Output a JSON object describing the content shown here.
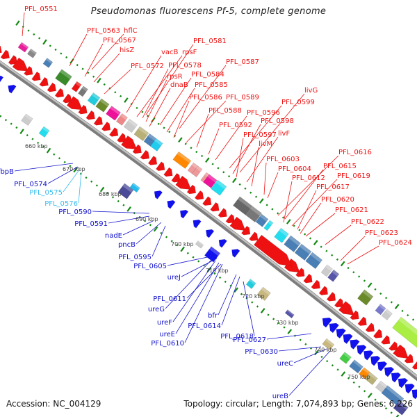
{
  "title": "Pseudomonas fluorescens Pf-5, complete genome",
  "footer": {
    "accession": "Accession: NC_004129",
    "summary": "Topology: circular; Length: 7,074,893 bp; Genes: 6,226"
  },
  "colors": {
    "forward_label": "#ee1111",
    "reverse_label": "#1111cc",
    "reverse_label_light": "#33bbee",
    "backbone": "#999999",
    "tick": "#118811",
    "forward_cds": "#ee1111",
    "reverse_cds": "#1111ee"
  },
  "kbp_ticks": [
    "660 kbp",
    "670 kbp",
    "680 kbp",
    "690 kbp",
    "700 kbp",
    "710 kbp",
    "720 kbp",
    "730 kbp",
    "740 kbp",
    "750 kbp"
  ],
  "forward_labels": [
    "PFL_0551",
    "PFL_0563",
    "hflC",
    "PFL_0567",
    "hisZ",
    "PFL_0572",
    "vacB",
    "rpsF",
    "PFL_0581",
    "PFL_0578",
    "rpsR",
    "PFL_0584",
    "PFL_0587",
    "dnaB",
    "PFL_0585",
    "PFL_0586",
    "PFL_0589",
    "PFL_0588",
    "PFL_0592",
    "PFL_0596",
    "PFL_0599",
    "livG",
    "PFL_0598",
    "PFL_0597",
    "livF",
    "livM",
    "PFL_0603",
    "PFL_0604",
    "PFL_0616",
    "PFL_0615",
    "PFL_0612",
    "PFL_0619",
    "PFL_0617",
    "PFL_0620",
    "PFL_0621",
    "PFL_0622",
    "PFL_0623",
    "PFL_0624"
  ],
  "reverse_labels": [
    {
      "text": "fbpB",
      "light": false
    },
    {
      "text": "PFL_0574",
      "light": false
    },
    {
      "text": "PFL_0575",
      "light": true
    },
    {
      "text": "PFL_0576",
      "light": true
    },
    {
      "text": "PFL_0590",
      "light": false
    },
    {
      "text": "PFL_0591",
      "light": false
    },
    {
      "text": "nadE",
      "light": false
    },
    {
      "text": "pncB",
      "light": false
    },
    {
      "text": "PFL_0595",
      "light": false
    },
    {
      "text": "PFL_0605",
      "light": false
    },
    {
      "text": "ureJ",
      "light": false
    },
    {
      "text": "PFL_0611",
      "light": false
    },
    {
      "text": "ureG",
      "light": false
    },
    {
      "text": "bfr",
      "light": false
    },
    {
      "text": "PFL_0614",
      "light": false
    },
    {
      "text": "ureF",
      "light": false
    },
    {
      "text": "PFL_0618",
      "light": false
    },
    {
      "text": "ureE",
      "light": false
    },
    {
      "text": "PFL_0627",
      "light": false
    },
    {
      "text": "PFL_0610",
      "light": false
    },
    {
      "text": "PFL_0630",
      "light": false
    },
    {
      "text": "ureC",
      "light": false
    },
    {
      "text": "ureB",
      "light": false
    }
  ]
}
